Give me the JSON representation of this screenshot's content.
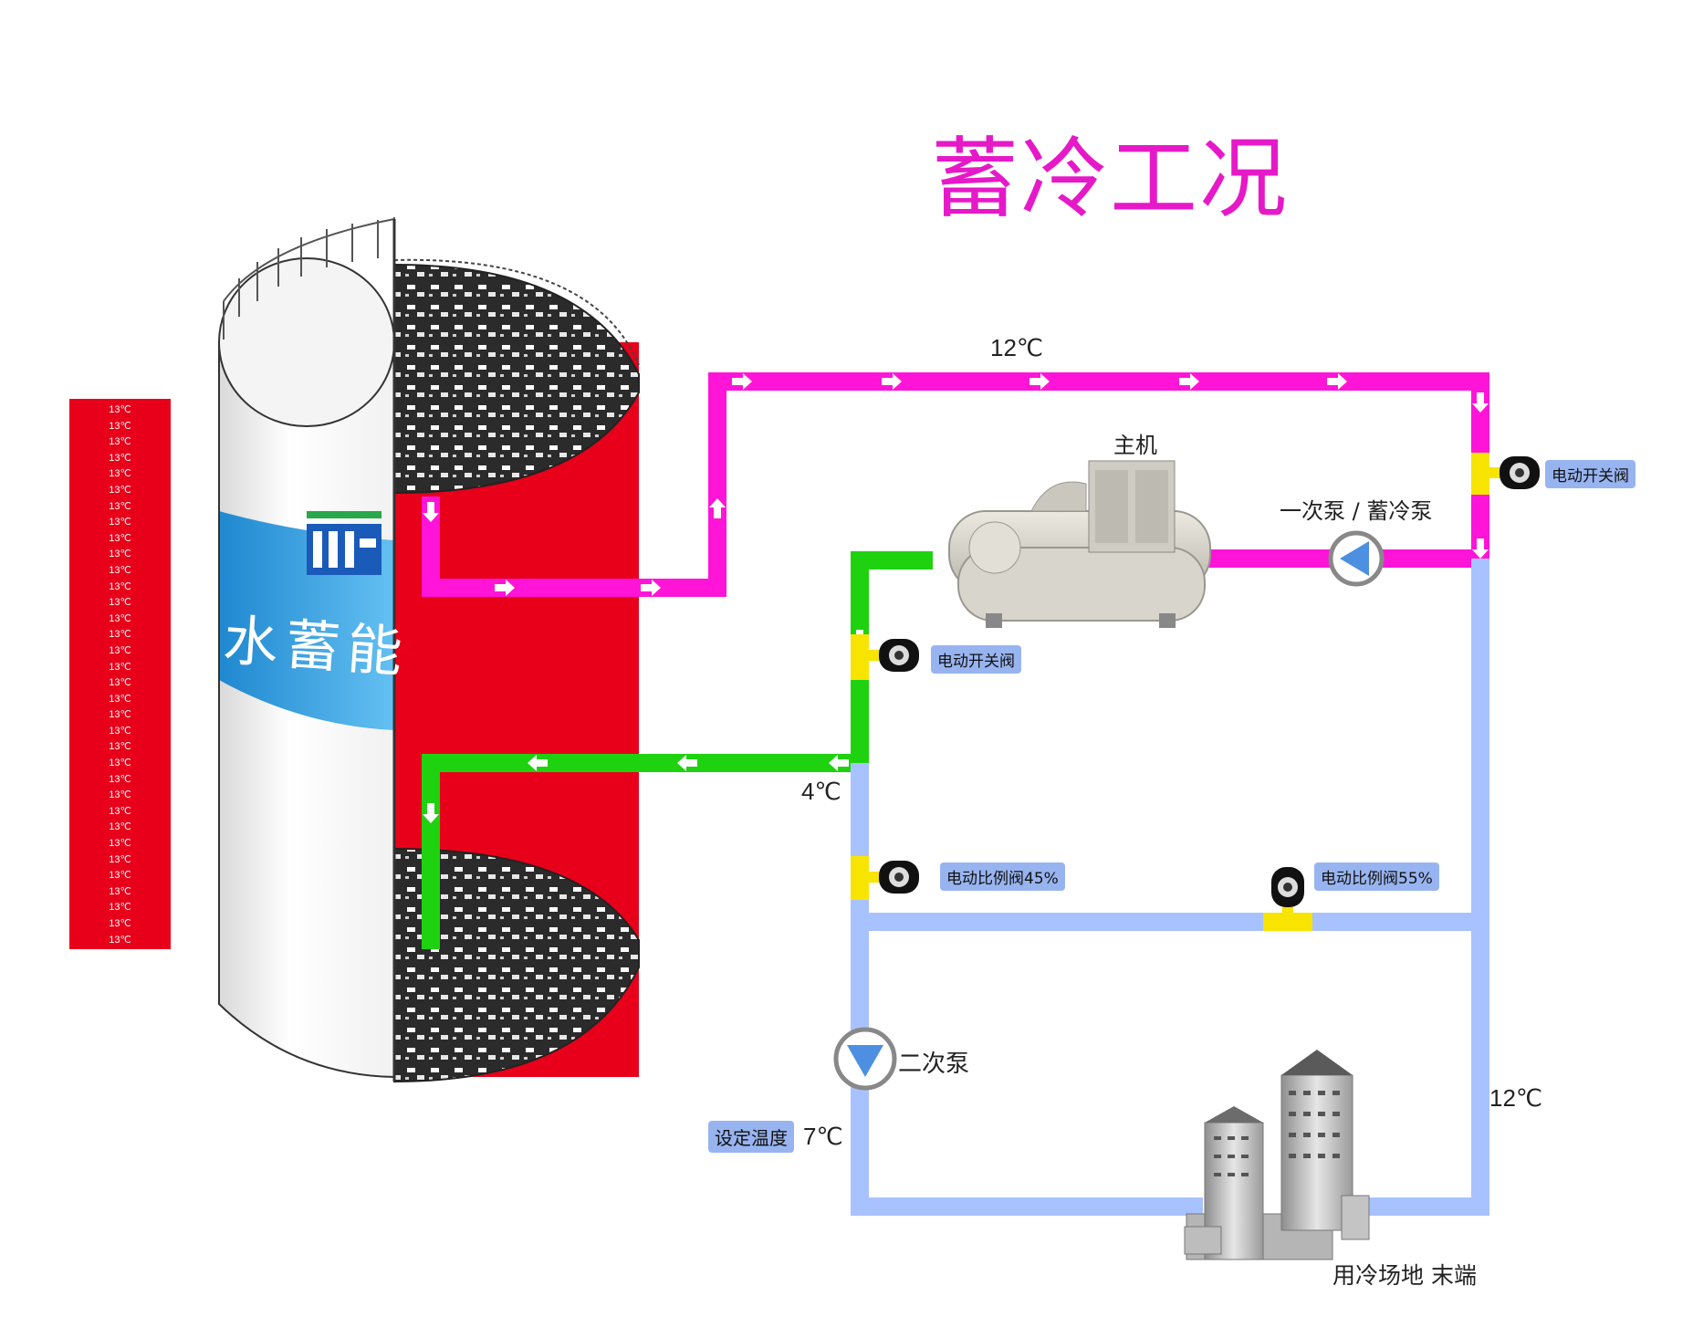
{
  "title": "蓄冷工况",
  "tank": {
    "brand_text": "水蓄能",
    "temperature_gauge": [
      "13℃",
      "13℃",
      "13℃",
      "13℃",
      "13℃",
      "13℃",
      "13℃",
      "13℃",
      "13℃",
      "13℃",
      "13℃",
      "13℃",
      "13℃",
      "13℃",
      "13℃",
      "13℃",
      "13℃",
      "13℃",
      "13℃",
      "13℃",
      "13℃",
      "13℃",
      "13℃",
      "13℃",
      "13℃",
      "13℃",
      "13℃",
      "13℃",
      "13℃",
      "13℃",
      "13℃",
      "13℃",
      "13℃",
      "13℃"
    ]
  },
  "temperatures": {
    "top_line": "12℃",
    "supply_line": "4℃",
    "return_line": "12℃",
    "setpoint": "7℃"
  },
  "labels": {
    "chiller": "主机",
    "primary_pump": "一次泵 / 蓄冷泵",
    "secondary_pump": "二次泵",
    "end_user": "用冷场地 末端",
    "setpoint_tag": "设定温度"
  },
  "valves": {
    "right_switch": "电动开关阀",
    "left_switch": "电动开关阀",
    "prop_45": "电动比例阀45%",
    "prop_55": "电动比例阀55%"
  },
  "colors": {
    "warm_pipe": "#ff14d8",
    "cold_pipe": "#1fd20f",
    "chilled_pipe": "#a8c2ff",
    "tank_fill": "#e8001a",
    "title": "#e619c8",
    "valve_body": "#f7e400",
    "tag_bg": "#98b4f0"
  }
}
